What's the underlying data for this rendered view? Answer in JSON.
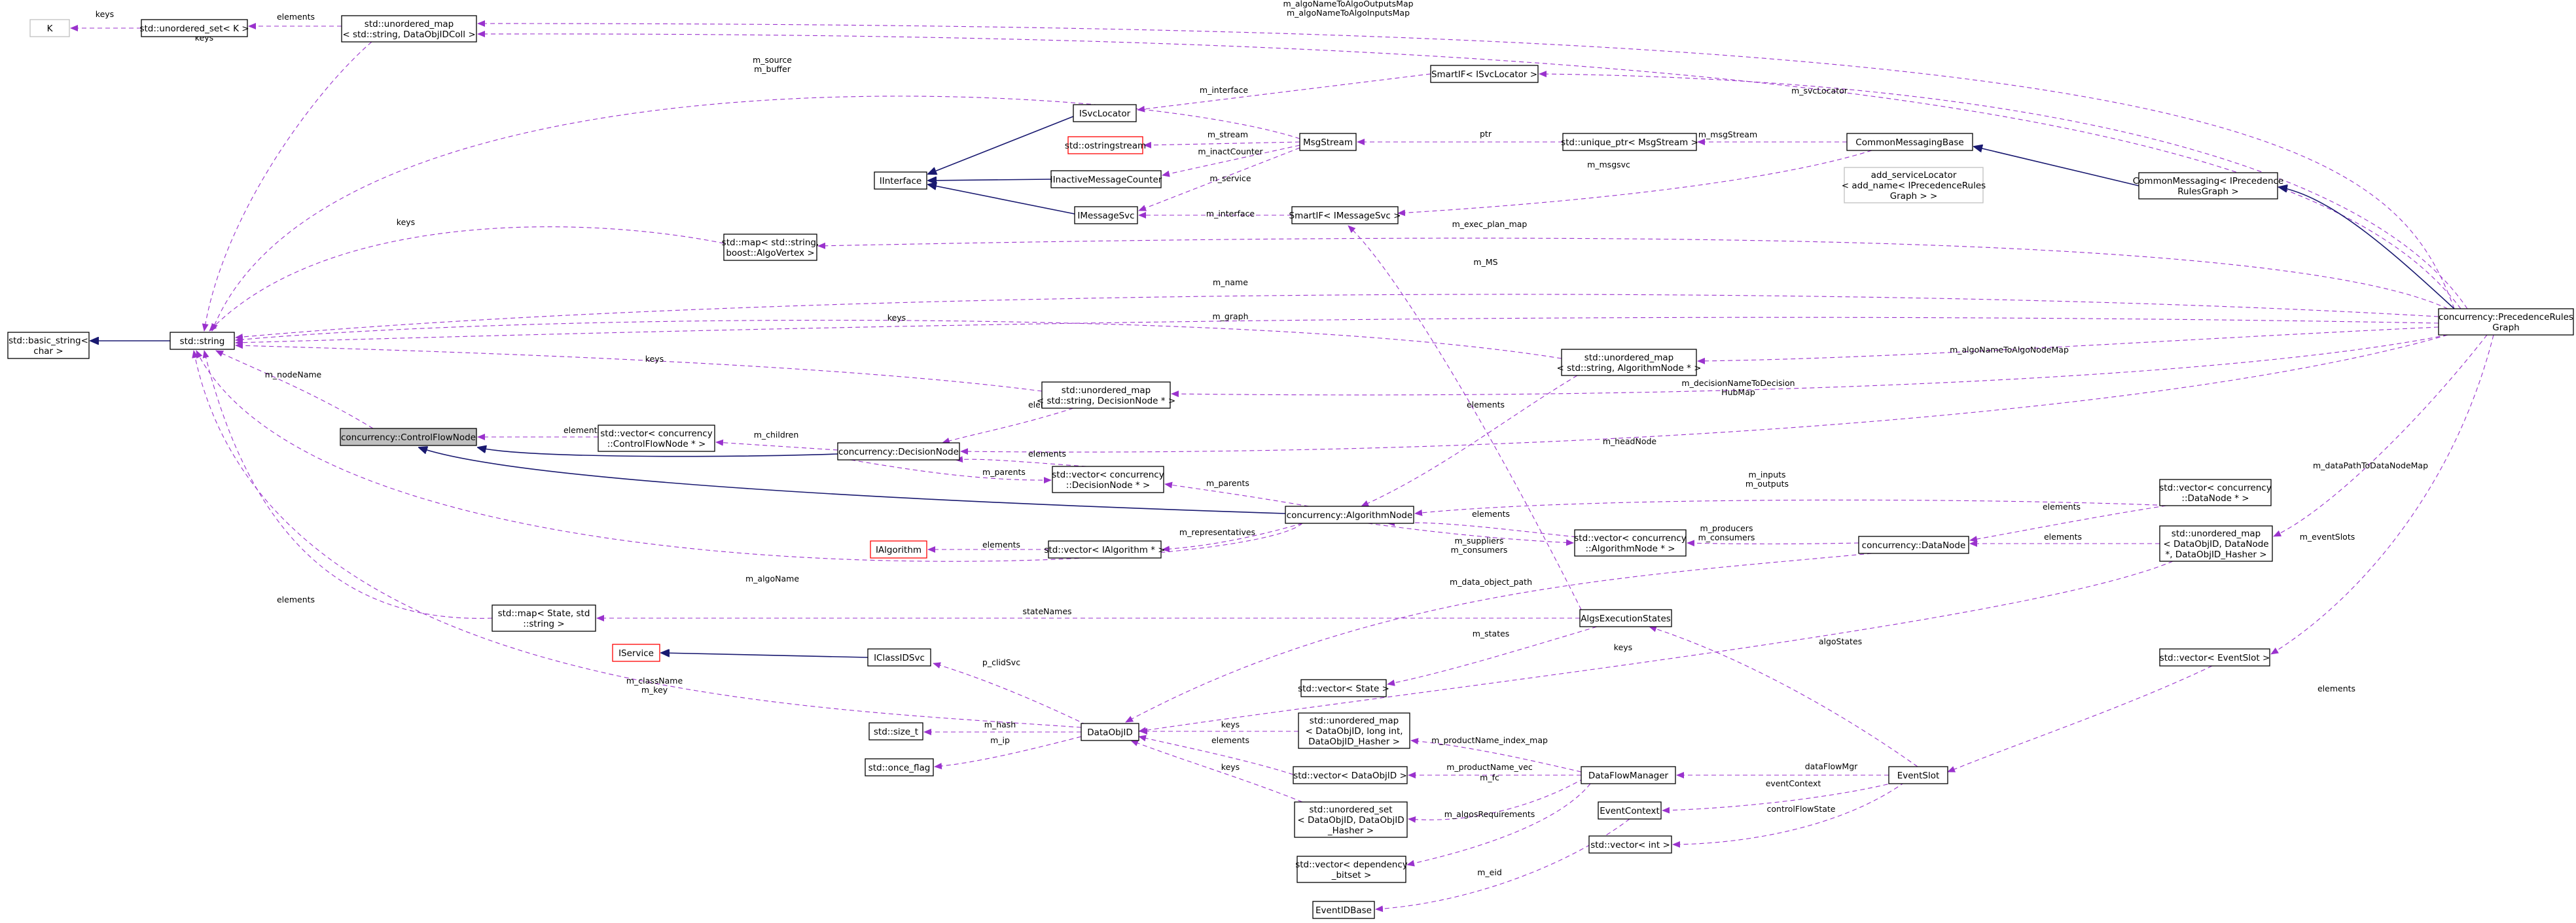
{
  "diagram": {
    "nodes": [
      {
        "id": "K",
        "lines": [
          "K"
        ],
        "style": "grey"
      },
      {
        "id": "uset_K",
        "lines": [
          "std::unordered_set< K >"
        ],
        "style": "normal"
      },
      {
        "id": "umap_coll",
        "lines": [
          "std::unordered_map",
          "< std::string, DataObjIDColl >"
        ],
        "style": "normal"
      },
      {
        "id": "basic_string",
        "lines": [
          "std::basic_string<",
          "char >"
        ],
        "style": "normal"
      },
      {
        "id": "string",
        "lines": [
          "std::string"
        ],
        "style": "normal"
      },
      {
        "id": "cfn",
        "lines": [
          "concurrency::ControlFlowNode"
        ],
        "style": "focus"
      },
      {
        "id": "svclocator",
        "lines": [
          "ISvcLocator"
        ],
        "style": "normal"
      },
      {
        "id": "interface",
        "lines": [
          "IInterface"
        ],
        "style": "normal"
      },
      {
        "id": "ostringstream",
        "lines": [
          "std::ostringstream"
        ],
        "style": "red"
      },
      {
        "id": "inactive",
        "lines": [
          "IInactiveMessageCounter"
        ],
        "style": "normal"
      },
      {
        "id": "imsgsvc",
        "lines": [
          "IMessageSvc"
        ],
        "style": "normal"
      },
      {
        "id": "msgstream",
        "lines": [
          "MsgStream"
        ],
        "style": "normal"
      },
      {
        "id": "smartf_loc",
        "lines": [
          "SmartIF< ISvcLocator >"
        ],
        "style": "normal"
      },
      {
        "id": "smartf_msg",
        "lines": [
          "SmartIF< IMessageSvc >"
        ],
        "style": "normal"
      },
      {
        "id": "uptr",
        "lines": [
          "std::unique_ptr< MsgStream >"
        ],
        "style": "normal"
      },
      {
        "id": "cmb",
        "lines": [
          "CommonMessagingBase"
        ],
        "style": "normal"
      },
      {
        "id": "addsvc",
        "lines": [
          "add_serviceLocator",
          "< add_name< IPrecedenceRules",
          "Graph > >"
        ],
        "style": "grey"
      },
      {
        "id": "cm_iprg",
        "lines": [
          "CommonMessaging< IPrecedence",
          "RulesGraph >"
        ],
        "style": "normal"
      },
      {
        "id": "prg",
        "lines": [
          "concurrency::PrecedenceRules",
          "Graph"
        ],
        "style": "normal"
      },
      {
        "id": "map_vertex",
        "lines": [
          "std::map< std::string,",
          " boost::AlgoVertex >"
        ],
        "style": "normal"
      },
      {
        "id": "umap_algonode",
        "lines": [
          "std::unordered_map",
          "< std::string, AlgorithmNode * >"
        ],
        "style": "normal"
      },
      {
        "id": "umap_decnode",
        "lines": [
          "std::unordered_map",
          "< std::string, DecisionNode * >"
        ],
        "style": "normal"
      },
      {
        "id": "vec_cfn",
        "lines": [
          "std::vector< concurrency",
          "::ControlFlowNode * >"
        ],
        "style": "normal"
      },
      {
        "id": "decnode",
        "lines": [
          "concurrency::DecisionNode"
        ],
        "style": "normal"
      },
      {
        "id": "vec_decnode",
        "lines": [
          "std::vector< concurrency",
          "::DecisionNode * >"
        ],
        "style": "normal"
      },
      {
        "id": "algonode",
        "lines": [
          "concurrency::AlgorithmNode"
        ],
        "style": "normal"
      },
      {
        "id": "ialgorithm",
        "lines": [
          "IAlgorithm"
        ],
        "style": "red"
      },
      {
        "id": "vec_ialg",
        "lines": [
          "std::vector< IAlgorithm * >"
        ],
        "style": "normal"
      },
      {
        "id": "vec_algonode",
        "lines": [
          "std::vector< concurrency",
          "::AlgorithmNode * >"
        ],
        "style": "normal"
      },
      {
        "id": "datanode",
        "lines": [
          "concurrency::DataNode"
        ],
        "style": "normal"
      },
      {
        "id": "vec_datanode",
        "lines": [
          "std::vector< concurrency",
          "::DataNode * >"
        ],
        "style": "normal"
      },
      {
        "id": "umap_datanode",
        "lines": [
          "std::unordered_map",
          "< DataObjID, DataNode",
          " *, DataObjID_Hasher >"
        ],
        "style": "normal"
      },
      {
        "id": "map_state",
        "lines": [
          "std::map< State, std",
          "::string >"
        ],
        "style": "normal"
      },
      {
        "id": "algoexec",
        "lines": [
          "AlgsExecutionStates"
        ],
        "style": "normal"
      },
      {
        "id": "iservice",
        "lines": [
          "IService"
        ],
        "style": "red"
      },
      {
        "id": "iclid",
        "lines": [
          "IClassIDSvc"
        ],
        "style": "normal"
      },
      {
        "id": "vec_state",
        "lines": [
          "std::vector< State >"
        ],
        "style": "normal"
      },
      {
        "id": "vec_eventslot",
        "lines": [
          "std::vector< EventSlot >"
        ],
        "style": "normal"
      },
      {
        "id": "size_t",
        "lines": [
          "std::size_t"
        ],
        "style": "normal"
      },
      {
        "id": "once_flag",
        "lines": [
          "std::once_flag"
        ],
        "style": "normal"
      },
      {
        "id": "dataobjid",
        "lines": [
          "DataObjID"
        ],
        "style": "normal"
      },
      {
        "id": "umap_long",
        "lines": [
          "std::unordered_map",
          "< DataObjID, long int,",
          " DataObjID_Hasher >"
        ],
        "style": "normal"
      },
      {
        "id": "vec_dataobjid",
        "lines": [
          "std::vector< DataObjID >"
        ],
        "style": "normal"
      },
      {
        "id": "uset_dataobjid",
        "lines": [
          "std::unordered_set",
          "< DataObjID, DataObjID",
          "_Hasher >"
        ],
        "style": "normal"
      },
      {
        "id": "vec_bitset",
        "lines": [
          "std::vector< dependency",
          "_bitset >"
        ],
        "style": "normal"
      },
      {
        "id": "eventidbase",
        "lines": [
          "EventIDBase"
        ],
        "style": "normal"
      },
      {
        "id": "dfm",
        "lines": [
          "DataFlowManager"
        ],
        "style": "normal"
      },
      {
        "id": "eventcontext",
        "lines": [
          "EventContext"
        ],
        "style": "normal"
      },
      {
        "id": "vec_int",
        "lines": [
          "std::vector< int >"
        ],
        "style": "normal"
      },
      {
        "id": "eventslot",
        "lines": [
          "EventSlot"
        ],
        "style": "normal"
      }
    ],
    "edge_labels": [
      {
        "id": "l_keys_k",
        "lines": [
          "keys"
        ]
      },
      {
        "id": "l_elem_coll",
        "lines": [
          "elements"
        ]
      },
      {
        "id": "l_keys_coll",
        "lines": [
          "keys"
        ]
      },
      {
        "id": "l_algoout",
        "lines": [
          "m_algoNameToAlgoOutputsMap",
          "m_algoNameToAlgoInputsMap"
        ]
      },
      {
        "id": "l_src_buf",
        "lines": [
          "m_source",
          "m_buffer"
        ]
      },
      {
        "id": "l_iface1",
        "lines": [
          "m_interface"
        ]
      },
      {
        "id": "l_svclocator",
        "lines": [
          "m_svcLocator"
        ]
      },
      {
        "id": "l_stream",
        "lines": [
          "m_stream"
        ]
      },
      {
        "id": "l_ptr",
        "lines": [
          "ptr"
        ]
      },
      {
        "id": "l_msgstream",
        "lines": [
          "m_msgStream"
        ]
      },
      {
        "id": "l_inact",
        "lines": [
          "m_inactCounter"
        ]
      },
      {
        "id": "l_msgsvc",
        "lines": [
          "m_msgsvc"
        ]
      },
      {
        "id": "l_service",
        "lines": [
          "m_service"
        ]
      },
      {
        "id": "l_iface2",
        "lines": [
          "m_interface"
        ]
      },
      {
        "id": "l_keys_vtx",
        "lines": [
          "keys"
        ]
      },
      {
        "id": "l_exec_plan",
        "lines": [
          "m_exec_plan_map"
        ]
      },
      {
        "id": "l_ms",
        "lines": [
          "m_MS"
        ]
      },
      {
        "id": "l_name",
        "lines": [
          "m_name"
        ]
      },
      {
        "id": "l_graph",
        "lines": [
          "m_graph"
        ]
      },
      {
        "id": "l_keys_an",
        "lines": [
          "keys"
        ]
      },
      {
        "id": "l_nodename",
        "lines": [
          "m_nodeName"
        ]
      },
      {
        "id": "l_algo2node",
        "lines": [
          "m_algoNameToAlgoNodeMap"
        ]
      },
      {
        "id": "l_keys_dn",
        "lines": [
          "keys"
        ]
      },
      {
        "id": "l_elem_an",
        "lines": [
          "elements"
        ]
      },
      {
        "id": "l_elem_dn",
        "lines": [
          "elements"
        ]
      },
      {
        "id": "l_decname",
        "lines": [
          "m_decisionNameToDecision",
          "HubMap"
        ]
      },
      {
        "id": "l_elem_cfn",
        "lines": [
          "elements"
        ]
      },
      {
        "id": "l_children",
        "lines": [
          "m_children"
        ]
      },
      {
        "id": "l_headnode",
        "lines": [
          "m_headNode"
        ]
      },
      {
        "id": "l_elem_vdn",
        "lines": [
          "elements"
        ]
      },
      {
        "id": "l_parents1",
        "lines": [
          "m_parents"
        ]
      },
      {
        "id": "l_parents2",
        "lines": [
          "m_parents"
        ]
      },
      {
        "id": "l_inputs",
        "lines": [
          "m_inputs",
          "m_outputs"
        ]
      },
      {
        "id": "l_datapath",
        "lines": [
          "m_dataPathToDataNodeMap"
        ]
      },
      {
        "id": "l_elem_vdata",
        "lines": [
          "elements"
        ]
      },
      {
        "id": "l_elem_van",
        "lines": [
          "elements"
        ]
      },
      {
        "id": "l_supp",
        "lines": [
          "m_suppliers",
          "m_consumers"
        ]
      },
      {
        "id": "l_prod",
        "lines": [
          "m_producers",
          "m_consumers"
        ]
      },
      {
        "id": "l_elem_udn",
        "lines": [
          "elements"
        ]
      },
      {
        "id": "l_eventslots",
        "lines": [
          "m_eventSlots"
        ]
      },
      {
        "id": "l_elem_ialg",
        "lines": [
          "elements"
        ]
      },
      {
        "id": "l_reps",
        "lines": [
          "m_representatives"
        ]
      },
      {
        "id": "l_algoname",
        "lines": [
          "m_algoName"
        ]
      },
      {
        "id": "l_dop",
        "lines": [
          "m_data_object_path"
        ]
      },
      {
        "id": "l_elem_ms",
        "lines": [
          "elements"
        ]
      },
      {
        "id": "l_statenames",
        "lines": [
          "stateNames"
        ]
      },
      {
        "id": "l_states",
        "lines": [
          "m_states"
        ]
      },
      {
        "id": "l_keys_dob",
        "lines": [
          "keys"
        ]
      },
      {
        "id": "l_algostates",
        "lines": [
          "algoStates"
        ]
      },
      {
        "id": "l_clid",
        "lines": [
          "p_clidSvc"
        ]
      },
      {
        "id": "l_classname",
        "lines": [
          "m_className",
          "m_key"
        ]
      },
      {
        "id": "l_elem_es",
        "lines": [
          "elements"
        ]
      },
      {
        "id": "l_hash",
        "lines": [
          "m_hash"
        ]
      },
      {
        "id": "l_keys_ul",
        "lines": [
          "keys"
        ]
      },
      {
        "id": "l_elem_vdo",
        "lines": [
          "elements"
        ]
      },
      {
        "id": "l_ip",
        "lines": [
          "m_ip"
        ]
      },
      {
        "id": "l_keys_us",
        "lines": [
          "keys"
        ]
      },
      {
        "id": "l_prodindex",
        "lines": [
          "m_productName_index_map"
        ]
      },
      {
        "id": "l_prodvec",
        "lines": [
          "m_productName_vec"
        ]
      },
      {
        "id": "l_fc",
        "lines": [
          "m_fc"
        ]
      },
      {
        "id": "l_algoreq",
        "lines": [
          "m_algosRequirements"
        ]
      },
      {
        "id": "l_dfmgr",
        "lines": [
          "dataFlowMgr"
        ]
      },
      {
        "id": "l_evctx",
        "lines": [
          "eventContext"
        ]
      },
      {
        "id": "l_cfstate",
        "lines": [
          "controlFlowState"
        ]
      },
      {
        "id": "l_eid",
        "lines": [
          "m_eid"
        ]
      }
    ]
  }
}
